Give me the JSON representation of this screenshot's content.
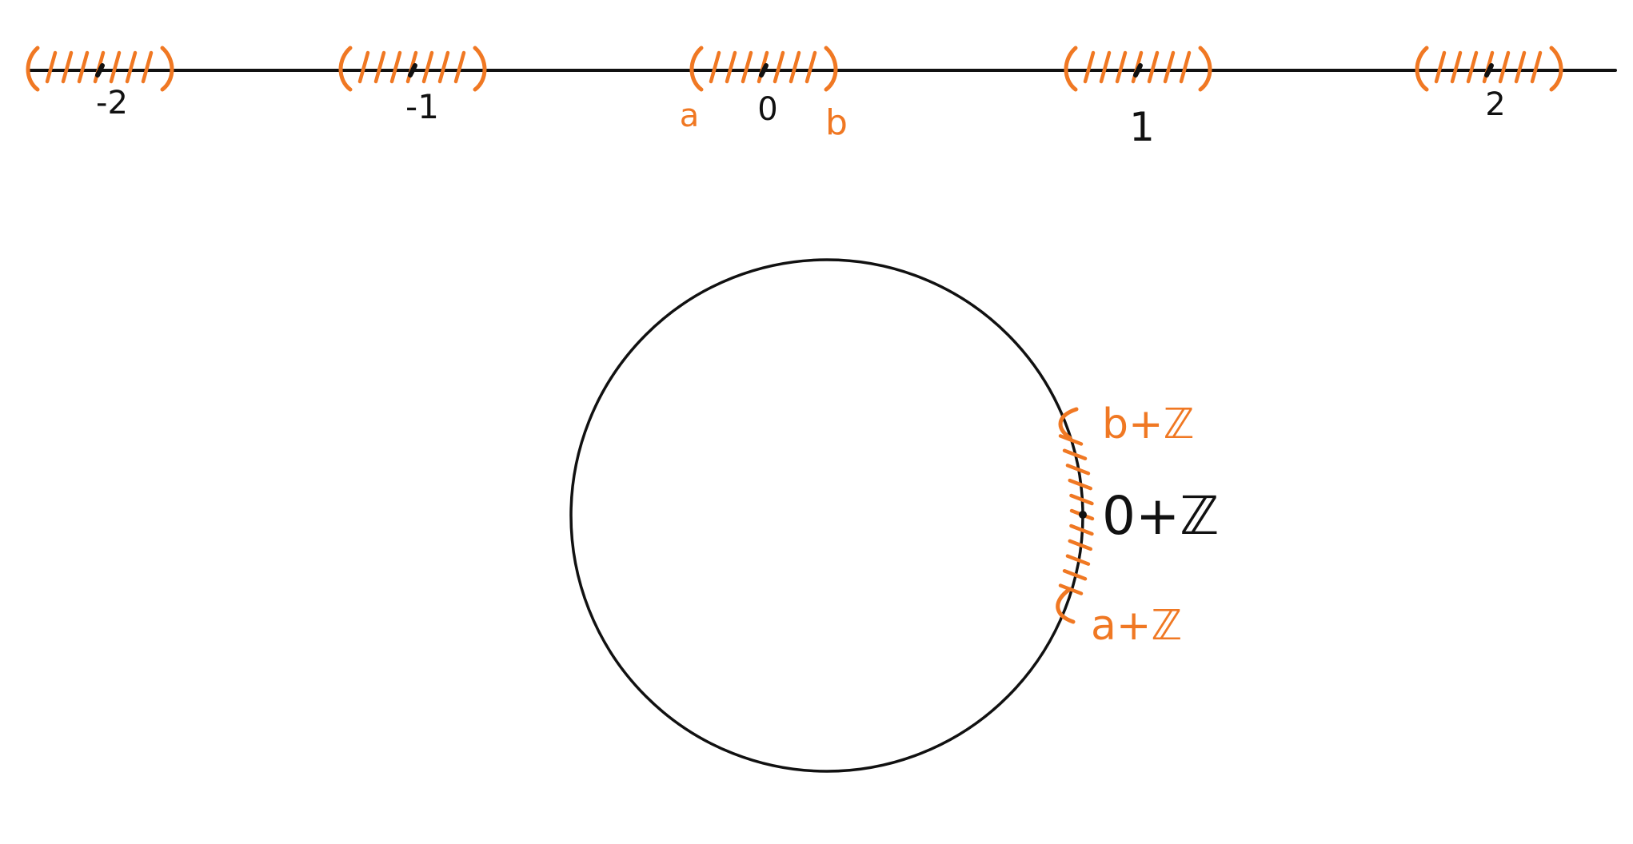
{
  "colors": {
    "ink": "#111111",
    "accent": "#F07823",
    "background": "#ffffff"
  },
  "number_line": {
    "tick_labels": [
      "-2",
      "-1",
      "0",
      "1",
      "2"
    ],
    "endpoint_labels": {
      "left": "a",
      "right": "b"
    }
  },
  "circle": {
    "labels": {
      "upper": "b+ℤ",
      "center": "0+ℤ",
      "lower": "a+ℤ"
    }
  }
}
